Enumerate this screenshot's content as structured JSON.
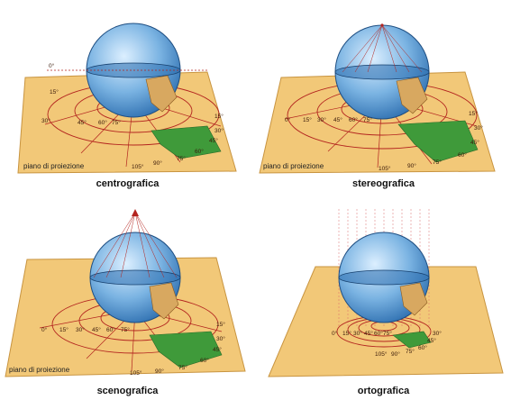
{
  "panels": [
    {
      "caption": "centrografica",
      "plane_label": "piano di proiezione",
      "equator_label": "0°",
      "degree_labels": [
        "15°",
        "30°",
        "45°",
        "60°",
        "75°",
        "15°",
        "30°",
        "45°",
        "60°",
        "75°",
        "90°",
        "105°"
      ]
    },
    {
      "caption": "stereografica",
      "plane_label": "piano di proiezione",
      "degree_labels": [
        "0°",
        "15°",
        "30°",
        "45°",
        "60°",
        "75°",
        "15°",
        "30°",
        "45°",
        "60°",
        "75°",
        "90°",
        "105°"
      ]
    },
    {
      "caption": "scenografica",
      "plane_label": "piano di proiezione",
      "degree_labels": [
        "0°",
        "15°",
        "30°",
        "45°",
        "60°",
        "75°",
        "15°",
        "30°",
        "45°",
        "60°",
        "75°",
        "90°",
        "105°"
      ]
    },
    {
      "caption": "ortografica",
      "degree_labels": [
        "0°",
        "15°",
        "30°",
        "45°",
        "60°",
        "75°",
        "30°",
        "45°",
        "60°",
        "75°",
        "90°",
        "105°"
      ]
    }
  ],
  "colors": {
    "plane": "#f2c878",
    "plane_edge": "#c89440",
    "sphere_light": "#cfe6f8",
    "sphere_dark": "#2e6fb0",
    "grid_line": "#b3241f",
    "continent": "#3f9a3a",
    "continent_tan": "#d8a860"
  }
}
